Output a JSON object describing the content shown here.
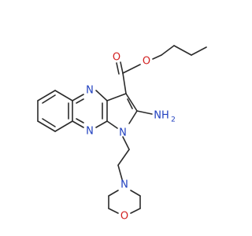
{
  "colors": {
    "bond": "#2b2b2b",
    "nitrogen": "#1f3fbf",
    "oxygen": "#d21f1f",
    "background": "#ffffff"
  },
  "atoms": {
    "carbonyl_o": "O",
    "ester_o": "O",
    "ring_n_upper": "N",
    "ring_n_lower": "N",
    "pyrrole_n": "N",
    "amino": "NH",
    "amino_h2": "2",
    "morpholine_n": "N",
    "morpholine_o": "O"
  }
}
